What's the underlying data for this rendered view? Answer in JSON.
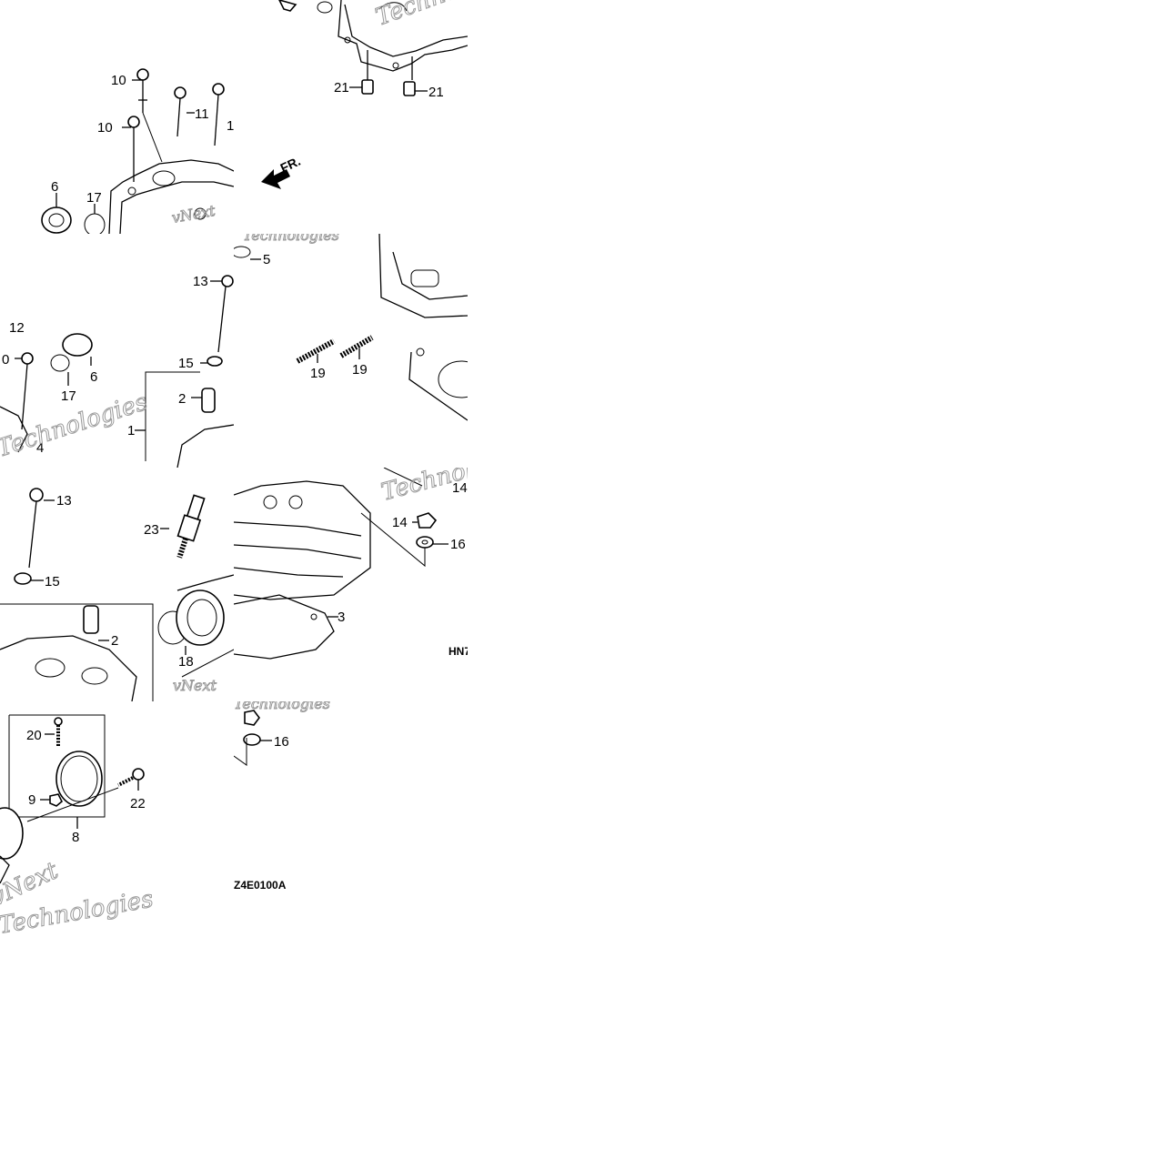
{
  "watermark": {
    "line1": "vNext",
    "line2": "Technologies"
  },
  "direction_arrow": "FR.",
  "diagram_codes": {
    "code_a": "HN7",
    "code_b": "Z4E0100A"
  },
  "callouts": {
    "t01": [
      "21",
      "21"
    ],
    "t10": [
      "10",
      "10",
      "11",
      "1",
      "6",
      "17"
    ],
    "t11": [
      "5",
      "13",
      "15",
      "2",
      "1",
      "19",
      "19"
    ],
    "t20": [
      "12",
      "0",
      "17",
      "6",
      "4"
    ],
    "t21": [
      "13",
      "15",
      "23",
      "2",
      "18"
    ],
    "t22": [
      "14",
      "14",
      "16",
      "3"
    ],
    "t30": [
      "20",
      "9",
      "22",
      "8"
    ],
    "t31": [
      "16"
    ]
  }
}
